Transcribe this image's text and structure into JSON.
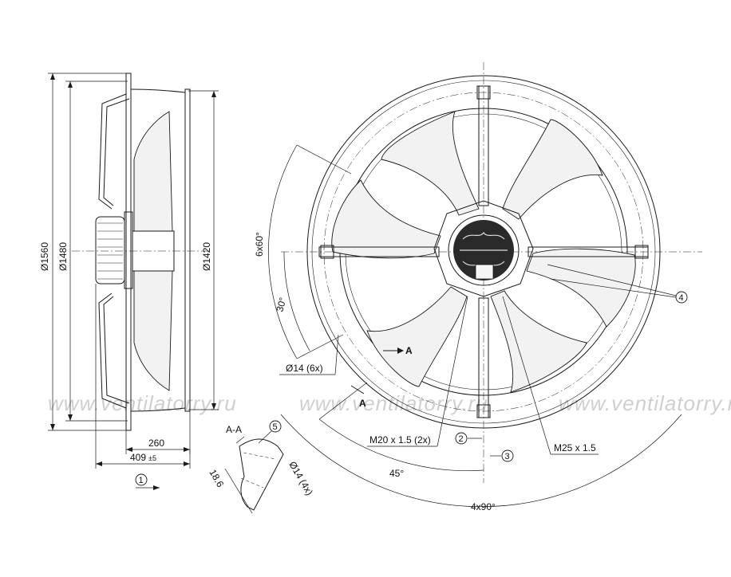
{
  "watermark": {
    "text": "www.ventilatorry.ru"
  },
  "side_view": {
    "dim_outer_diameter": "Ø1560",
    "dim_ring_diameter": "Ø1480",
    "dim_inner_diameter": "Ø1420",
    "dim_depth": "260",
    "dim_overall_length": "409",
    "dim_tolerance": "±5",
    "callout_airflow": "1"
  },
  "section_view": {
    "label": "A-A",
    "dim_thickness": "18.6",
    "dim_hole": "Ø14 (4x)",
    "callout": "5"
  },
  "front_view": {
    "angle_holes": "6x60°",
    "angle_offset": "30°",
    "hole_spec": "Ø14 (6x)",
    "section_marker": "A",
    "thread_spec_1": "M20 x 1.5 (2x)",
    "thread_spec_2": "M25 x 1.5",
    "callout_2": "2",
    "callout_3": "3",
    "callout_4": "4",
    "angle_45": "45°",
    "angle_4x90": "4x90°"
  }
}
